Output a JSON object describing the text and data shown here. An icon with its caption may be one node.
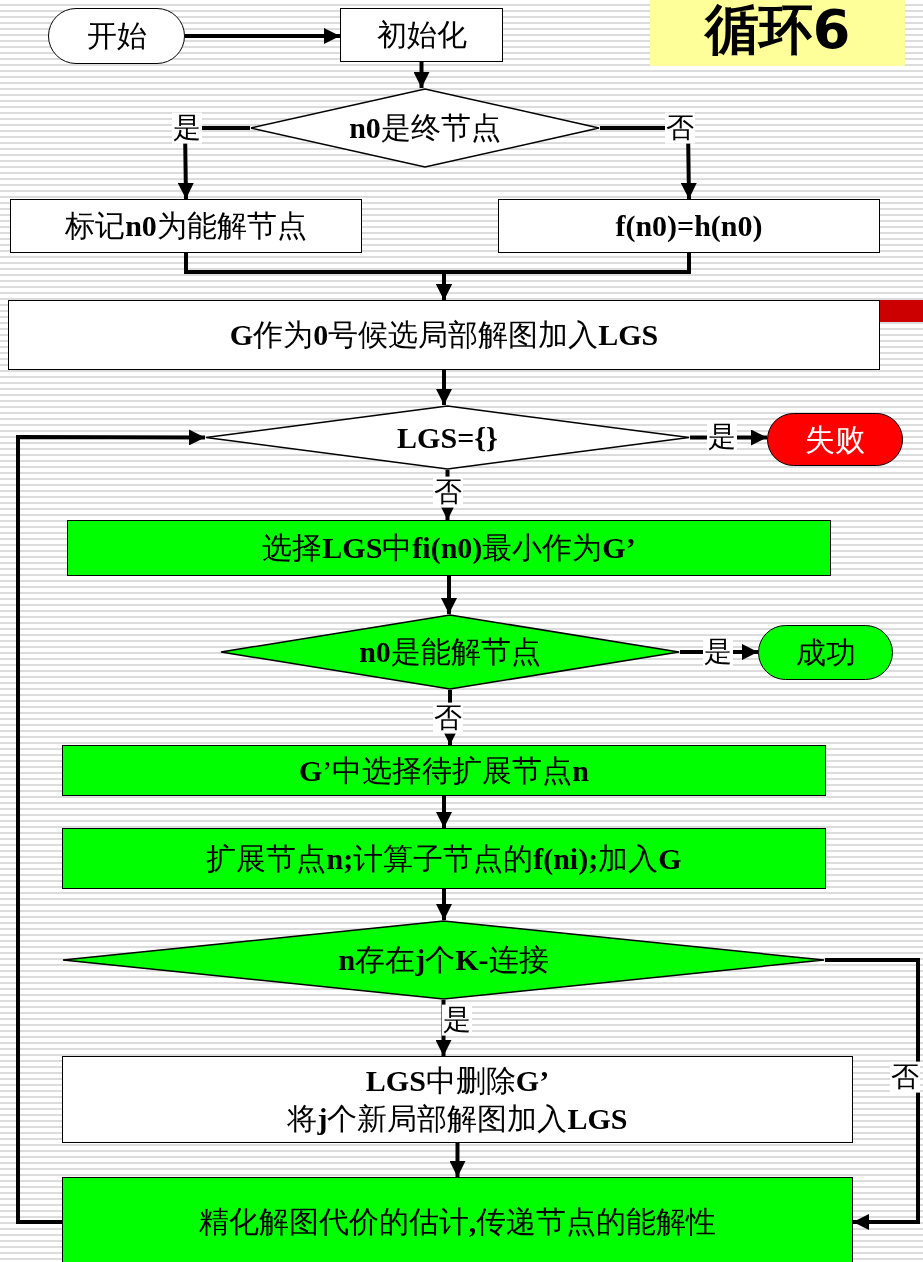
{
  "diagram": {
    "title": "循环6",
    "nodes": [
      {
        "text": [
          "开始"
        ]
      },
      {
        "text": [
          "初始化"
        ]
      },
      {
        "text": [
          "**n0**是终节点"
        ]
      },
      {
        "text": [
          "标记**n0**为能解节点"
        ]
      },
      {
        "text": [
          "**f(n0)=h(n0)**"
        ]
      },
      {
        "text": [
          "**G**作为**0**号候选局部解图加入**LGS**"
        ]
      },
      {
        "text": [
          "**LGS={}**"
        ]
      },
      {
        "text": [
          "失败"
        ]
      },
      {
        "text": [
          "选择**LGS**中**fi(n0)**最小作为**G’**"
        ]
      },
      {
        "text": [
          "**n0**是能解节点"
        ]
      },
      {
        "text": [
          "成功"
        ]
      },
      {
        "text": [
          "**G**’中选择待扩展节点**n**"
        ]
      },
      {
        "text": [
          "扩展节点**n;**计算子节点的**f(ni);**加入**G**"
        ]
      },
      {
        "text": [
          "**n**存在**j**个**K-**连接"
        ]
      },
      {
        "text": [
          "**LGS**中删除**G’**",
          "将**j**个新局部解图加入**LGS**"
        ]
      },
      {
        "text": [
          "精化解图代价的估计**,**传递节点的能解性"
        ]
      }
    ],
    "edges": [
      {
        "from": 0,
        "to": 1,
        "arrow": "to"
      },
      {
        "from": 1,
        "to": 2,
        "arrow": "to"
      },
      {
        "from": 2,
        "to": 3,
        "arrow": "to",
        "label": "是"
      },
      {
        "from": 2,
        "to": 4,
        "arrow": "to",
        "label": "否"
      },
      {
        "from": 3,
        "to": 5,
        "arrow": "to"
      },
      {
        "from": 4,
        "to": 5,
        "arrow": "to"
      },
      {
        "from": 5,
        "to": 6,
        "arrow": "to"
      },
      {
        "from": 6,
        "to": 7,
        "arrow": "to",
        "label": "是"
      },
      {
        "from": 6,
        "to": 8,
        "arrow": "to",
        "label": "否"
      },
      {
        "from": 8,
        "to": 9,
        "arrow": "to"
      },
      {
        "from": 9,
        "to": 10,
        "arrow": "to",
        "label": "是"
      },
      {
        "from": 9,
        "to": 11,
        "arrow": "to",
        "label": "否"
      },
      {
        "from": 11,
        "to": 12,
        "arrow": "to"
      },
      {
        "from": 12,
        "to": 13,
        "arrow": "to"
      },
      {
        "from": 13,
        "to": 14,
        "arrow": "to",
        "label": "是"
      },
      {
        "from": 13,
        "to": 15,
        "arrow": "to",
        "label": "否"
      },
      {
        "from": 14,
        "to": 15,
        "arrow": "to"
      },
      {
        "from": 15,
        "to": 6,
        "arrow": "to"
      }
    ]
  }
}
